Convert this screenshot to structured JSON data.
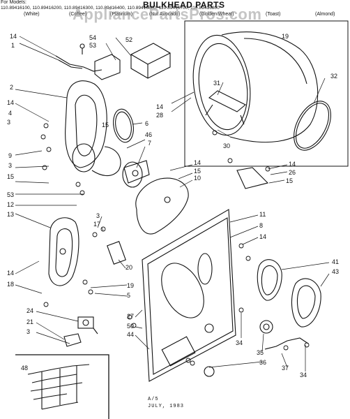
{
  "header": {
    "for_models": "For Models:",
    "models_line": "110.89416100, 110.89416200, 110.89416300, 110.89416400, 110.89416600, 110.89416700, 110.89416800",
    "colors": [
      "(White)",
      "(Coffee)",
      "(Platinum)",
      "(Nut Avocado)",
      "(Golden Wheat)",
      "(Toast)",
      "(Almond)"
    ]
  },
  "title": "BULKHEAD PARTS",
  "watermark": "AppliancePartsPros.com",
  "callouts": [
    "14",
    "1",
    "54",
    "53",
    "52",
    "19",
    "32",
    "31",
    "14",
    "28",
    "30",
    "2",
    "14",
    "4",
    "3",
    "15",
    "6",
    "46",
    "7",
    "9",
    "3",
    "14",
    "15",
    "10",
    "14",
    "26",
    "15",
    "15",
    "53",
    "12",
    "13",
    "17",
    "3",
    "11",
    "8",
    "14",
    "20",
    "19",
    "5",
    "41",
    "43",
    "14",
    "18",
    "24",
    "21",
    "3",
    "27",
    "50",
    "44",
    "34",
    "35",
    "36",
    "37",
    "34",
    "48"
  ],
  "footer": {
    "code": "A/5",
    "date": "JULY, 1983"
  }
}
